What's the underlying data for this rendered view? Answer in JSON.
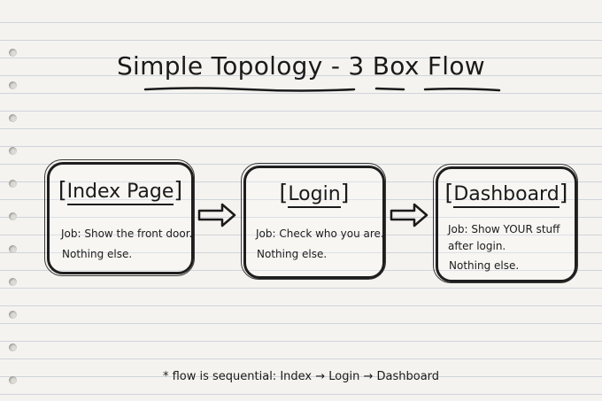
{
  "title": "Simple Topology - 3 Box Flow",
  "boxes": [
    {
      "name": "Index Page",
      "lines": [
        "Job: Show the front door.",
        "Nothing else."
      ]
    },
    {
      "name": "Login",
      "lines": [
        "Job: Check who you are.",
        "Nothing else."
      ]
    },
    {
      "name": "Dashboard",
      "lines": [
        "Job: Show YOUR stuff",
        "after login.",
        "Nothing else."
      ]
    }
  ],
  "footnote": "* flow is sequential: Index → Login → Dashboard",
  "colors": {
    "paper": "#f4f3ef",
    "ruled_line": "#cfd4dc",
    "ink": "#1c1c1c"
  }
}
